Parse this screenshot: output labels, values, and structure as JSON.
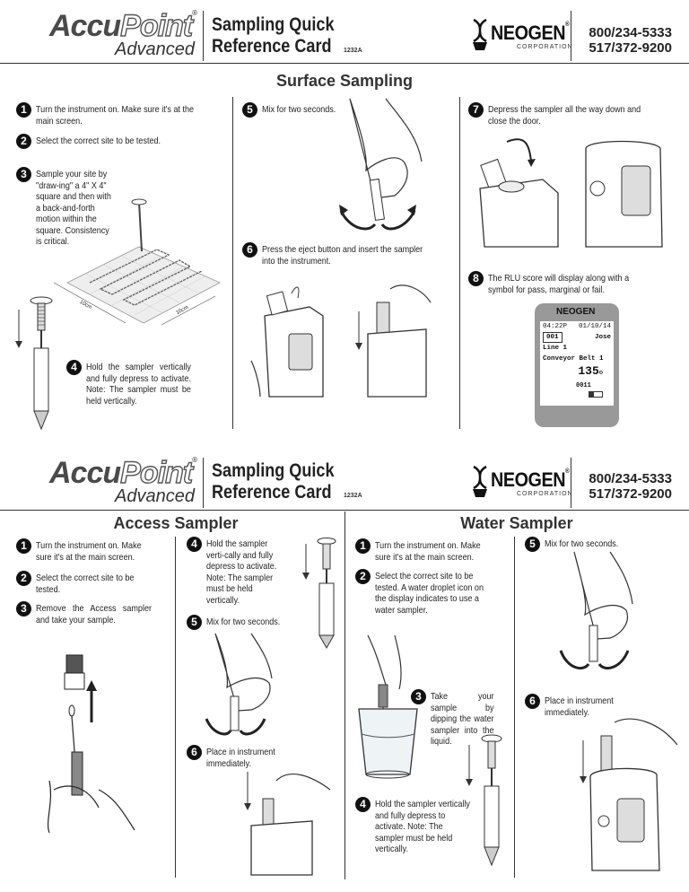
{
  "header": {
    "logo_main_a": "Accu",
    "logo_main_b": "Point",
    "logo_reg": "®",
    "logo_sub": "Advanced",
    "title_line1": "Sampling Quick",
    "title_line2": "Reference Card",
    "code": "1232A",
    "brand": "NEOGEN",
    "brand_reg": "®",
    "brand_sub": "CORPORATION",
    "phone1": "800/234-5333",
    "phone2": "517/372-9200"
  },
  "surface": {
    "title": "Surface Sampling",
    "steps": [
      {
        "num": "1",
        "text": "Turn the instrument on. Make sure it's at the main screen."
      },
      {
        "num": "2",
        "text": "Select the correct site to be tested."
      },
      {
        "num": "3",
        "text": "Sample your site by \"draw-ing\" a 4\" X 4\" square and then with a back-and-forth motion within the square. Consistency is critical."
      },
      {
        "num": "4",
        "text": "Hold the sampler vertically and fully depress to activate. Note: The sampler must be held vertically."
      },
      {
        "num": "5",
        "text": "Mix for two seconds."
      },
      {
        "num": "6",
        "text": "Press the eject button and insert the sampler into the instrument."
      },
      {
        "num": "7",
        "text": "Depress the sampler all the way down and close the door."
      },
      {
        "num": "8",
        "text": "The RLU score will display along with a symbol for pass, marginal or fail."
      }
    ],
    "dim1": "10cm",
    "dim2": "10cm",
    "screen": {
      "brand": "NEOGEN",
      "time": "04:22P",
      "date": "01/10/14",
      "id": "001",
      "user": "Jose",
      "line": "Line 1",
      "site": "Conveyor Belt 1",
      "score": "135",
      "code": "0011"
    }
  },
  "access": {
    "title": "Access Sampler",
    "steps": [
      {
        "num": "1",
        "text": "Turn the instrument on. Make sure it's at the main screen."
      },
      {
        "num": "2",
        "text": "Select the correct site to be tested."
      },
      {
        "num": "3",
        "text": "Remove the Access sampler and take your sample."
      },
      {
        "num": "4",
        "text": "Hold the sampler verti-cally and fully depress to activate. Note: The sampler must be held vertically."
      },
      {
        "num": "5",
        "text": "Mix for two seconds."
      },
      {
        "num": "6",
        "text": "Place in instrument immediately."
      }
    ]
  },
  "water": {
    "title": "Water Sampler",
    "steps": [
      {
        "num": "1",
        "text": "Turn the instrument on. Make sure it's at the main screen."
      },
      {
        "num": "2",
        "text": "Select the correct site to be tested. A water droplet icon on the display indicates to use a water sampler."
      },
      {
        "num": "3",
        "text": "Take your sample by dipping the water sampler into the liquid."
      },
      {
        "num": "4",
        "text": "Hold the sampler vertically and fully depress to activate. Note: The sampler must be held vertically."
      },
      {
        "num": "5",
        "text": "Mix for two seconds."
      },
      {
        "num": "6",
        "text": "Place in instrument immediately."
      }
    ]
  }
}
